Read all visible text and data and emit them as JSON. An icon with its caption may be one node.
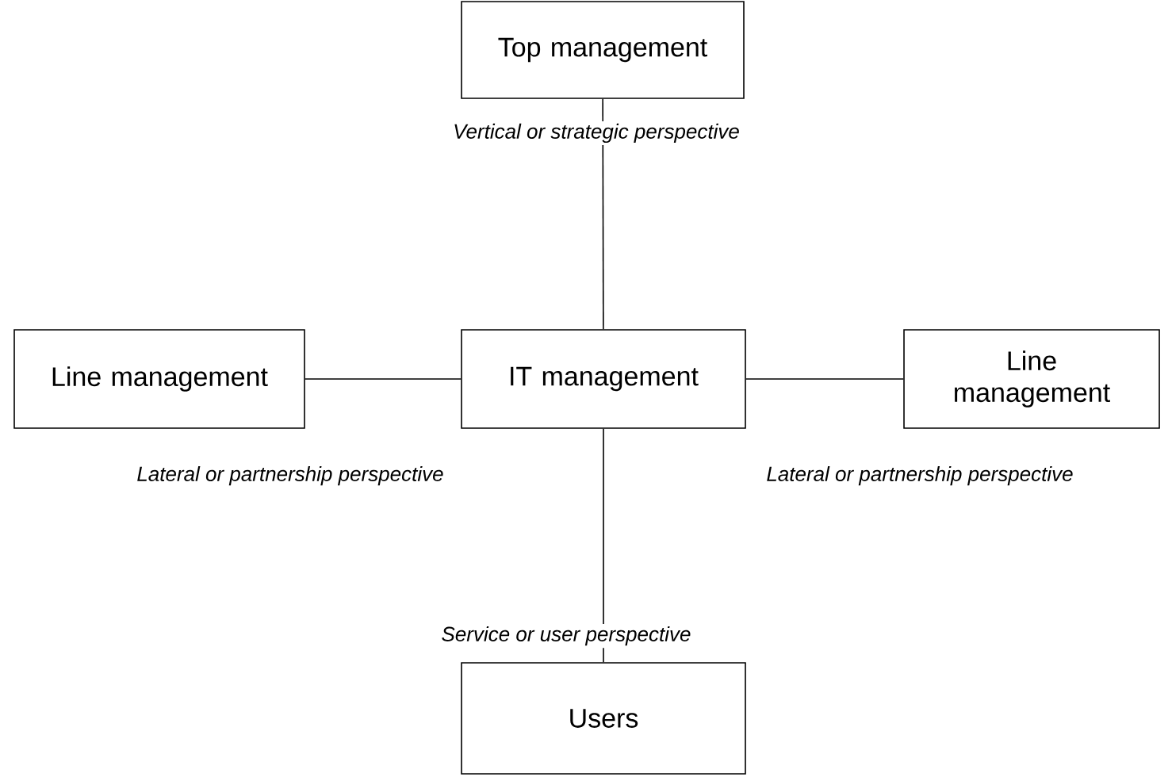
{
  "diagram": {
    "nodes": [
      {
        "text": [
          "Top management"
        ]
      },
      {
        "text": [
          "Line management"
        ]
      },
      {
        "text": [
          "IT management"
        ]
      },
      {
        "text": [
          "Line management"
        ]
      },
      {
        "text": [
          "Users"
        ]
      }
    ],
    "edges": [
      {
        "from": 0,
        "to": 2,
        "arrow": "none",
        "label": "Vertical or strategic perspective"
      },
      {
        "from": 1,
        "to": 2,
        "arrow": "none",
        "label": "Lateral or partnership perspective"
      },
      {
        "from": 2,
        "to": 3,
        "arrow": "none",
        "label": "Lateral or partnership perspective"
      },
      {
        "from": 2,
        "to": 4,
        "arrow": "none",
        "label": "Service or user perspective"
      }
    ]
  }
}
